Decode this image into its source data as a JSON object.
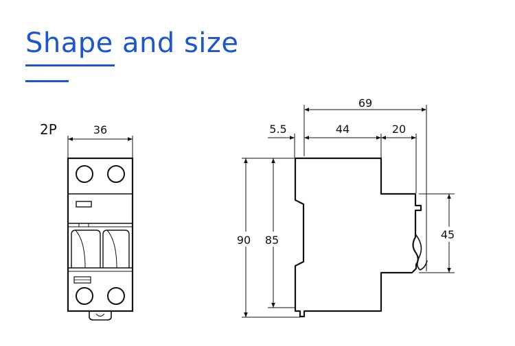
{
  "title": "Shape and size",
  "colors": {
    "accent": "#1c54d6",
    "line": "#111111"
  },
  "front_view": {
    "pole_label": "2P",
    "width_dim": "36"
  },
  "side_view": {
    "overall_depth": "69",
    "rail_offset": "5.5",
    "body_depth": "44",
    "cap_depth": "20",
    "total_height": "90",
    "body_height": "85",
    "rail_height": "45"
  }
}
